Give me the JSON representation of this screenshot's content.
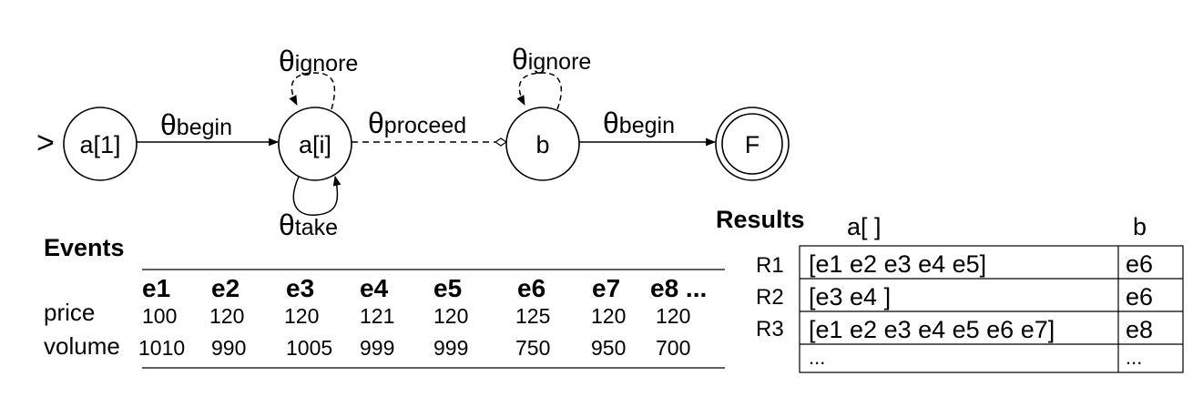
{
  "automaton": {
    "start_marker": ">",
    "states": [
      {
        "id": "a1",
        "label": "a[1]",
        "final": false
      },
      {
        "id": "ai",
        "label": "a[i]",
        "final": false
      },
      {
        "id": "b",
        "label": "b",
        "final": false
      },
      {
        "id": "F",
        "label": "F",
        "final": true
      }
    ],
    "edges": [
      {
        "id": "begin1",
        "symbol": "θ",
        "sub": "begin",
        "from": "a1",
        "to": "ai",
        "style": "solid"
      },
      {
        "id": "ignore1",
        "symbol": "θ",
        "sub": "ignore",
        "from": "ai",
        "to": "ai",
        "style": "dashed"
      },
      {
        "id": "take",
        "symbol": "θ",
        "sub": "take",
        "from": "ai",
        "to": "ai",
        "style": "solid"
      },
      {
        "id": "proceed",
        "symbol": "θ",
        "sub": "proceed",
        "from": "ai",
        "to": "b",
        "style": "dashed"
      },
      {
        "id": "ignore2",
        "symbol": "θ",
        "sub": "ignore",
        "from": "b",
        "to": "b",
        "style": "dashed"
      },
      {
        "id": "begin2",
        "symbol": "θ",
        "sub": "begin",
        "from": "b",
        "to": "F",
        "style": "solid"
      }
    ]
  },
  "events": {
    "heading": "Events",
    "names": [
      "e1",
      "e2",
      "e3",
      "e4",
      "e5",
      "e6",
      "e7",
      "e8 ..."
    ],
    "rows": [
      {
        "label": "price",
        "values": [
          "100",
          "120",
          "120",
          "121",
          "120",
          "125",
          "120",
          "120"
        ]
      },
      {
        "label": "volume",
        "values": [
          "1010",
          "990",
          "1005",
          "999",
          "999",
          "750",
          "950",
          "700"
        ]
      }
    ]
  },
  "results": {
    "heading": "Results",
    "col_a": "a[ ]",
    "col_b": "b",
    "rows": [
      {
        "label": "R1",
        "a": "[e1 e2 e3 e4 e5]",
        "b": "e6"
      },
      {
        "label": "R2",
        "a": "[e3 e4 ]",
        "b": "e6"
      },
      {
        "label": "R3",
        "a": "[e1 e2 e3 e4 e5 e6 e7]",
        "b": "e8"
      },
      {
        "label": "",
        "a": "...",
        "b": "..."
      }
    ]
  }
}
